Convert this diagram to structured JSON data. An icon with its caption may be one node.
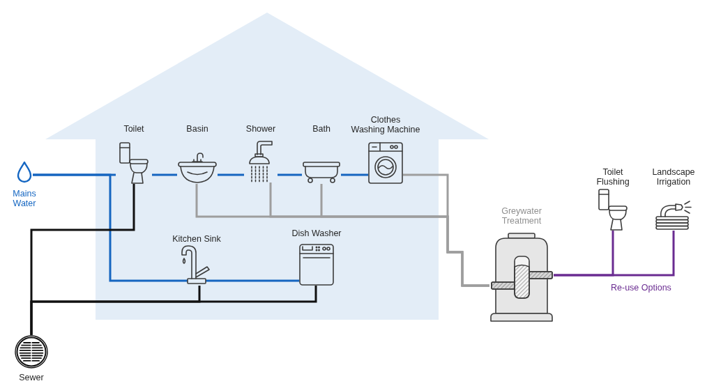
{
  "diagram": {
    "nodes": [
      {
        "text": [],
        "shape": "house"
      },
      {
        "text": [
          "Mains Water"
        ]
      },
      {
        "text": [
          "Toilet"
        ],
        "in": 0
      },
      {
        "text": [
          "Basin"
        ],
        "in": 0
      },
      {
        "text": [
          "Shower"
        ],
        "in": 0
      },
      {
        "text": [
          "Bath"
        ],
        "in": 0
      },
      {
        "text": [
          "Clothes Washing Machine"
        ],
        "in": 0
      },
      {
        "text": [
          "Kitchen Sink"
        ],
        "in": 0
      },
      {
        "text": [
          "Dish Washer"
        ],
        "in": 0
      },
      {
        "text": [
          "Sewer"
        ]
      },
      {
        "text": [
          "Greywater Treatment"
        ]
      },
      {
        "text": [
          "Toilet Flushing"
        ]
      },
      {
        "text": [
          "Landscape Irrigation"
        ]
      }
    ],
    "edges": [
      {
        "from": 1,
        "to": 2,
        "arrow": "none",
        "color": "#1565c0"
      },
      {
        "from": 2,
        "to": 3,
        "arrow": "none",
        "color": "#1565c0"
      },
      {
        "from": 3,
        "to": 4,
        "arrow": "none",
        "color": "#1565c0"
      },
      {
        "from": 4,
        "to": 5,
        "arrow": "none",
        "color": "#1565c0"
      },
      {
        "from": 5,
        "to": 6,
        "arrow": "none",
        "color": "#1565c0"
      },
      {
        "from": 1,
        "to": 7,
        "arrow": "none",
        "color": "#1565c0"
      },
      {
        "from": 7,
        "to": 8,
        "arrow": "none",
        "color": "#1565c0"
      },
      {
        "from": 2,
        "to": 9,
        "arrow": "none",
        "color": "#111111"
      },
      {
        "from": 7,
        "to": 9,
        "arrow": "none",
        "color": "#111111"
      },
      {
        "from": 8,
        "to": 9,
        "arrow": "none",
        "color": "#111111"
      },
      {
        "from": 3,
        "to": 10,
        "arrow": "none",
        "color": "#9e9e9e"
      },
      {
        "from": 4,
        "to": 10,
        "arrow": "none",
        "color": "#9e9e9e"
      },
      {
        "from": 5,
        "to": 10,
        "arrow": "none",
        "color": "#9e9e9e"
      },
      {
        "from": 6,
        "to": 10,
        "arrow": "none",
        "color": "#9e9e9e"
      },
      {
        "from": 10,
        "to": 11,
        "arrow": "none",
        "color": "#6a2c91"
      },
      {
        "from": 10,
        "to": 12,
        "arrow": "none",
        "color": "#6a2c91"
      }
    ],
    "labels": [
      "Re-use Options"
    ]
  }
}
